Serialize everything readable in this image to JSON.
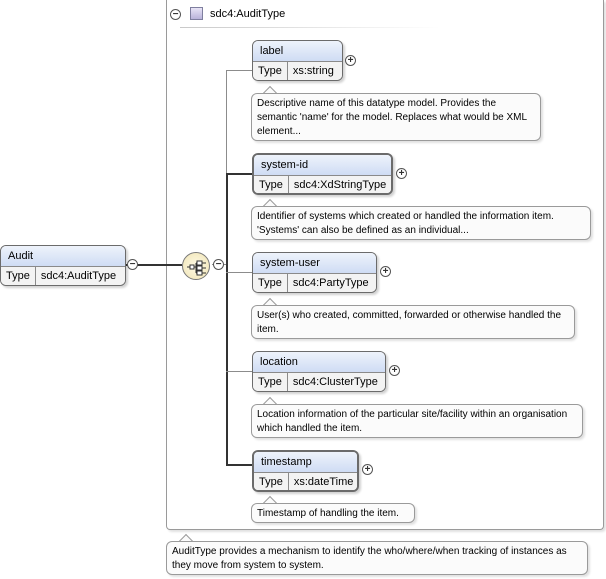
{
  "type_frame": {
    "title": "sdc4:AuditType",
    "collapse_symbol": "−",
    "annotation": "AuditType provides a mechanism to identify the who/where/when tracking of instances as they move from system to system."
  },
  "root": {
    "name": "Audit",
    "type_key": "Type",
    "type_value": "sdc4:AuditType",
    "collapse_symbol": "−"
  },
  "sequence": {
    "icon": "sequence-compositor-icon",
    "collapse_symbol": "−"
  },
  "elements": [
    {
      "name": "label",
      "type_key": "Type",
      "type_value": "xs:string",
      "expand_symbol": "+",
      "annotation": "Descriptive name of this datatype model. Provides the semantic 'name' for the model. Replaces what would be XML element..."
    },
    {
      "name": "system-id",
      "type_key": "Type",
      "type_value": "sdc4:XdStringType",
      "expand_symbol": "+",
      "annotation": "Identifier of systems which created or handled the information item. 'Systems' can also be defined as an individual..."
    },
    {
      "name": "system-user",
      "type_key": "Type",
      "type_value": "sdc4:PartyType",
      "expand_symbol": "+",
      "annotation": "User(s) who created, committed, forwarded or otherwise handled the item."
    },
    {
      "name": "location",
      "type_key": "Type",
      "type_value": "sdc4:ClusterType",
      "expand_symbol": "+",
      "annotation": "Location information of the particular site/facility within an organisation which handled the item."
    },
    {
      "name": "timestamp",
      "type_key": "Type",
      "type_value": "xs:dateTime",
      "expand_symbol": "+",
      "annotation": "Timestamp of handling the item."
    }
  ]
}
